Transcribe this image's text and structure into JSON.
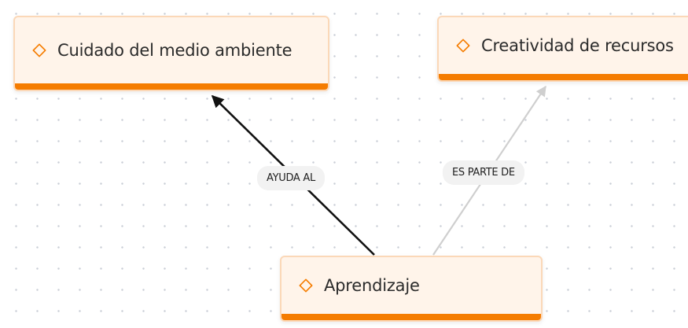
{
  "nodes": {
    "cuidado": {
      "label": "Cuidado del medio ambiente",
      "icon": "diamond-icon"
    },
    "creatividad": {
      "label": "Creatividad de recursos",
      "icon": "diamond-icon"
    },
    "aprendizaje": {
      "label": "Aprendizaje",
      "icon": "diamond-icon"
    }
  },
  "edges": [
    {
      "from": "aprendizaje",
      "to": "cuidado",
      "label": "AYUDA AL",
      "color": "#111111"
    },
    {
      "from": "aprendizaje",
      "to": "creatividad",
      "label": "ES PARTE DE",
      "color": "#cfcfcf"
    }
  ],
  "colors": {
    "accent": "#f57c00",
    "node_fill": "#fff4ea",
    "node_border": "#fbd8b8",
    "grid_dot": "#c9ced6"
  }
}
